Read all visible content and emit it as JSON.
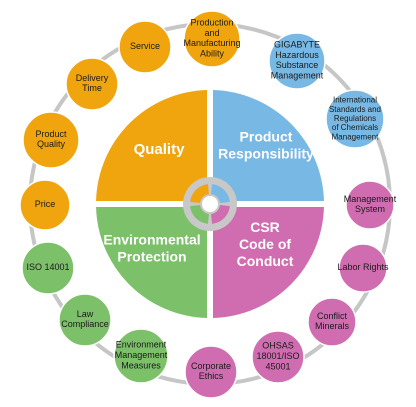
{
  "colors": {
    "quality": "#f0a50f",
    "product_responsibility": "#78b8e4",
    "environmental": "#7cc06a",
    "csr": "#d06db0",
    "ring": "#c6c6c6",
    "center_ring": "#c8c8c8",
    "white": "#ffffff"
  },
  "quadrants": [
    {
      "key": "quality",
      "lines": [
        "Quality"
      ]
    },
    {
      "key": "product_responsibility",
      "lines": [
        "Product",
        "Responsibility"
      ]
    },
    {
      "key": "environmental",
      "lines": [
        "Environmental",
        "Protection"
      ]
    },
    {
      "key": "csr",
      "lines": [
        "CSR",
        "Code of",
        "Conduct"
      ]
    }
  ],
  "nodes": [
    {
      "name": "production-manufacturing-ability",
      "group": "quality",
      "lines": [
        "Production",
        "and",
        "Manufacturing",
        "Ability"
      ]
    },
    {
      "name": "gigabyte-hazardous-substance-management",
      "group": "product_responsibility",
      "lines": [
        "GIGABYTE",
        "Hazardous",
        "Substance",
        "Management"
      ]
    },
    {
      "name": "international-standards-regulations",
      "group": "product_responsibility",
      "lines": [
        "International",
        "Standards and",
        "Regulations",
        "of Chemicals",
        "Management"
      ]
    },
    {
      "name": "management-system",
      "group": "csr",
      "lines": [
        "Management",
        "System"
      ]
    },
    {
      "name": "labor-rights",
      "group": "csr",
      "lines": [
        "Labor Rights"
      ]
    },
    {
      "name": "conflict-minerals",
      "group": "csr",
      "lines": [
        "Conflict",
        "Minerals"
      ]
    },
    {
      "name": "ohsas-iso-45001",
      "group": "csr",
      "lines": [
        "OHSAS",
        "18001/ISO",
        "45001"
      ]
    },
    {
      "name": "corporate-ethics",
      "group": "csr",
      "lines": [
        "Corporate",
        "Ethics"
      ]
    },
    {
      "name": "environment-management-measures",
      "group": "environmental",
      "lines": [
        "Environment",
        "Management",
        "Measures"
      ]
    },
    {
      "name": "law-compliance",
      "group": "environmental",
      "lines": [
        "Law",
        "Compliance"
      ]
    },
    {
      "name": "iso-14001",
      "group": "environmental",
      "lines": [
        "ISO 14001"
      ]
    },
    {
      "name": "price",
      "group": "quality",
      "lines": [
        "Price"
      ]
    },
    {
      "name": "product-quality",
      "group": "quality",
      "lines": [
        "Product",
        "Quality"
      ]
    },
    {
      "name": "delivery-time",
      "group": "quality",
      "lines": [
        "Delivery",
        "Time"
      ]
    },
    {
      "name": "service",
      "group": "quality",
      "lines": [
        "Service"
      ]
    }
  ]
}
